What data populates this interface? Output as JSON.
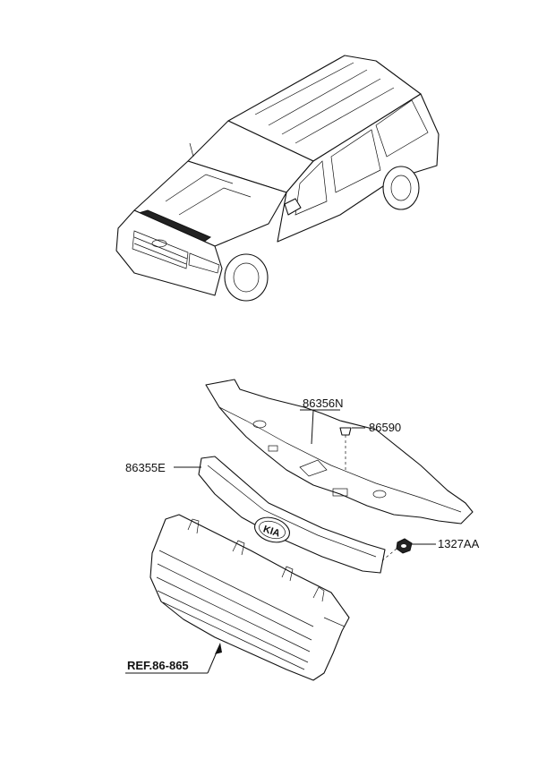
{
  "labels": {
    "cowl_panel": "86356N",
    "clip": "86590",
    "molding": "86355E",
    "nut": "1327AA",
    "reference": "REF.86-865"
  },
  "emblem_text": "KIA"
}
